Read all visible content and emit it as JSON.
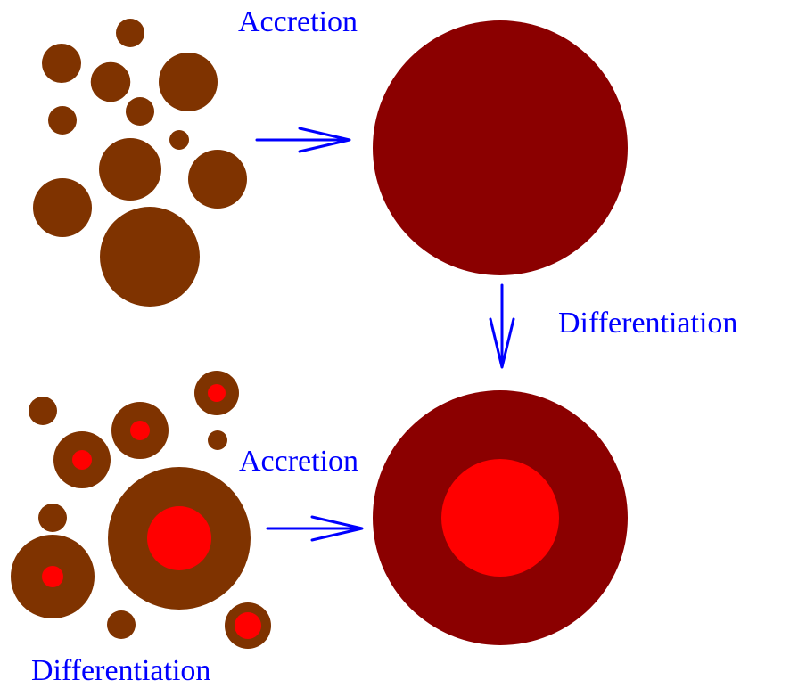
{
  "labels": {
    "accretion_top": "Accretion",
    "differentiation_right": "Differentiation",
    "accretion_bottom": "Accretion",
    "differentiation_bottom": "Differentiation"
  },
  "colors": {
    "planetesimal_mantle": "#7F3300",
    "planet_mantle": "#8B0000",
    "core": "#FF0000",
    "arrow": "#0000FF",
    "text": "#0000FF",
    "ring_stroke": "#FFFFFF"
  }
}
